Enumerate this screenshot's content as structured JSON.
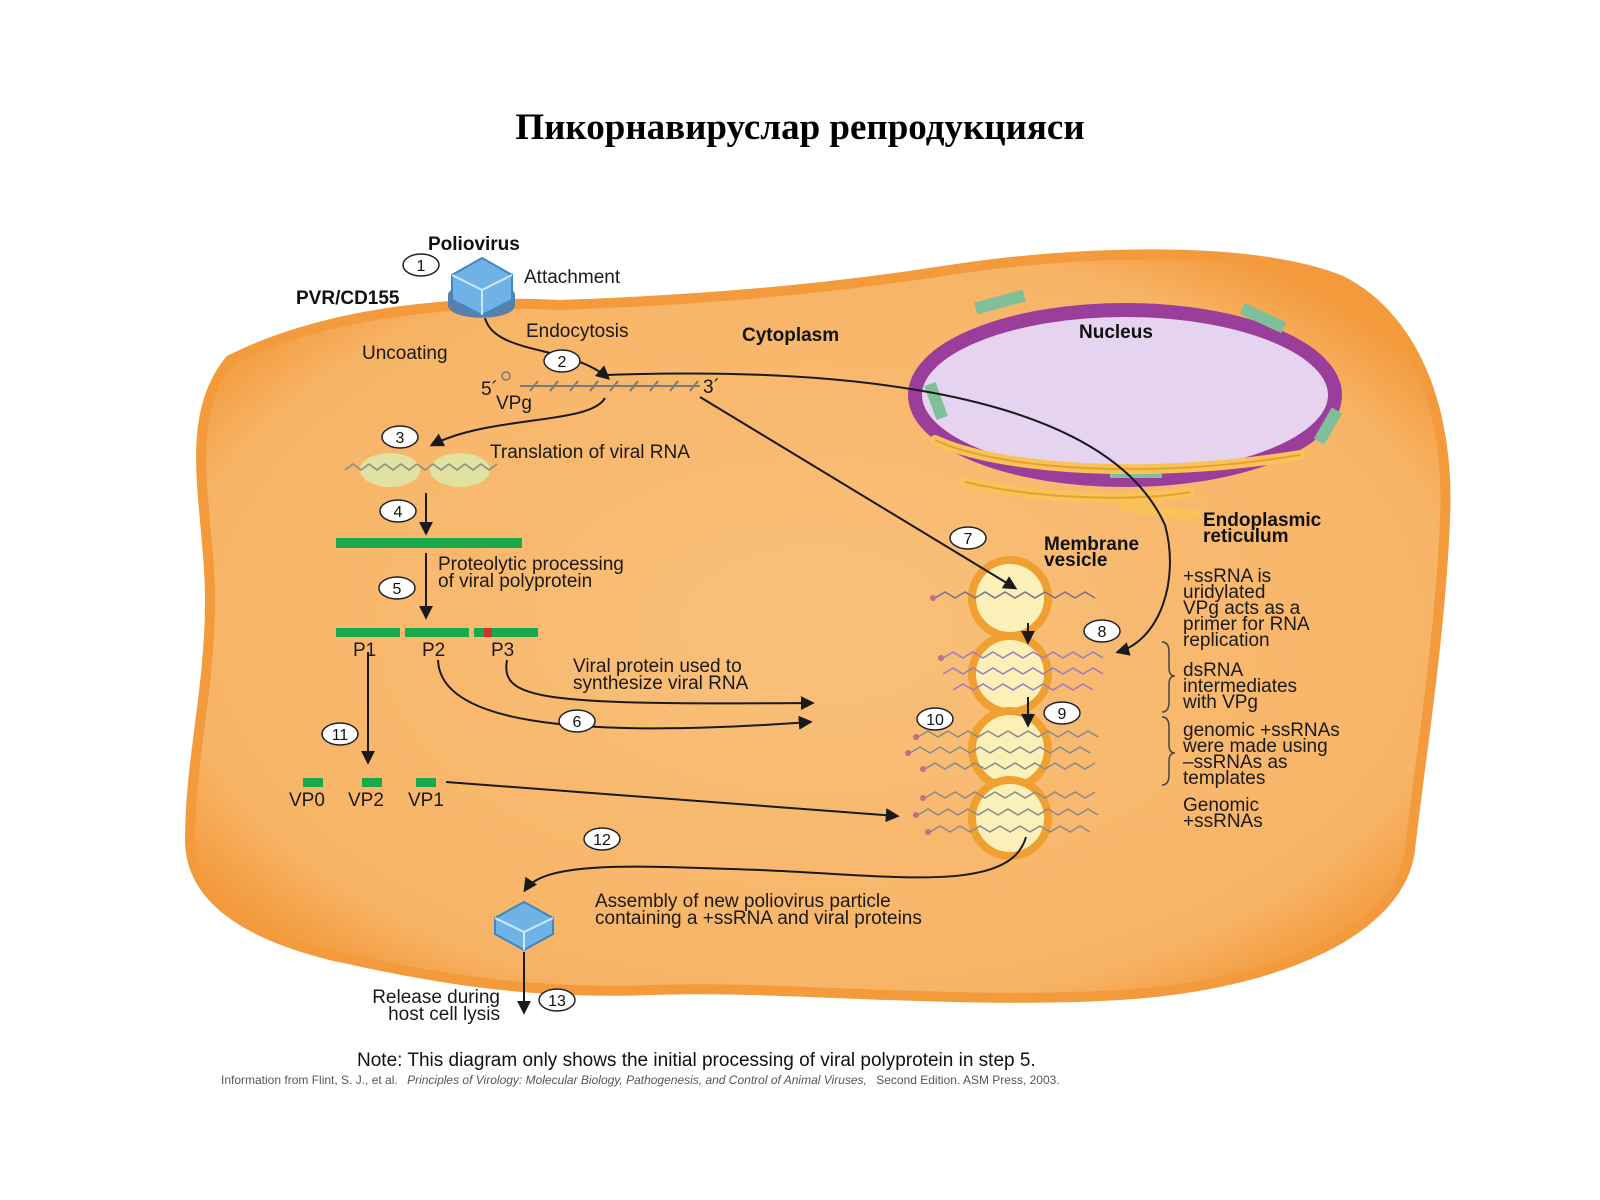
{
  "title": "Пикорнавируслар репродукцияси",
  "colors": {
    "cell": "#f7b56a",
    "cell_edge": "#f39a3c",
    "nuclear_envelope": "#9b3d9a",
    "nucleus_fill": "#e6d3ef",
    "pore": "#7fbf9a",
    "er": "#f8c45a",
    "polyprotein": "#19a84a",
    "cleavage_mark": "#d2342a",
    "vesicle_ring": "#f0a030",
    "vesicle_fill": "#fbf1b8",
    "virus": "#6fb3e6",
    "receptor": "#5a7fa8",
    "rna": "#7a7a7a"
  },
  "labels": {
    "poliovirus": "Poliovirus",
    "attachment": "Attachment",
    "receptor": "PVR/CD155",
    "endocytosis": "Endocytosis",
    "cytoplasm": "Cytoplasm",
    "nucleus": "Nucleus",
    "uncoating": "Uncoating",
    "five_prime": "5´",
    "three_prime": "3´",
    "vpg": "VPg",
    "translation": "Translation of viral RNA",
    "proteolytic_1": "Proteolytic processing",
    "proteolytic_2": "of viral polyprotein",
    "p1": "P1",
    "p2": "P2",
    "p3": "P3",
    "viral_protein_1": "Viral protein used to",
    "viral_protein_2": "synthesize viral RNA",
    "vp0": "VP0",
    "vp2": "VP2",
    "vp1": "VP1",
    "er_1": "Endoplasmic",
    "er_2": "reticulum",
    "membrane_1": "Membrane",
    "membrane_2": "vesicle",
    "ssrna_1": "+ssRNA is",
    "ssrna_2": "uridylated",
    "ssrna_3": "VPg acts as a",
    "ssrna_4": "primer for RNA",
    "ssrna_5": "replication",
    "dsrna_1": "dsRNA",
    "dsrna_2": "intermediates",
    "dsrna_3": "with VPg",
    "genomic_1": "genomic +ssRNAs",
    "genomic_2": "were made using",
    "genomic_3": "–ssRNAs as",
    "genomic_4": "templates",
    "gen_plus_1": "Genomic",
    "gen_plus_2": "+ssRNAs",
    "assembly_1": "Assembly of new poliovirus particle",
    "assembly_2": "containing a +ssRNA and viral proteins",
    "release_1": "Release during",
    "release_2": "host cell lysis"
  },
  "steps": [
    "1",
    "2",
    "3",
    "4",
    "5",
    "6",
    "7",
    "8",
    "9",
    "10",
    "11",
    "12",
    "13"
  ],
  "note": "Note: This diagram only shows the initial processing of viral polyprotein in step 5.",
  "source": {
    "prefix": "Information from Flint, S. J., et al.",
    "book": "Principles of Virology: Molecular Biology, Pathogenesis, and Control of Animal Viruses,",
    "suffix": "Second Edition. ASM Press, 2003."
  }
}
